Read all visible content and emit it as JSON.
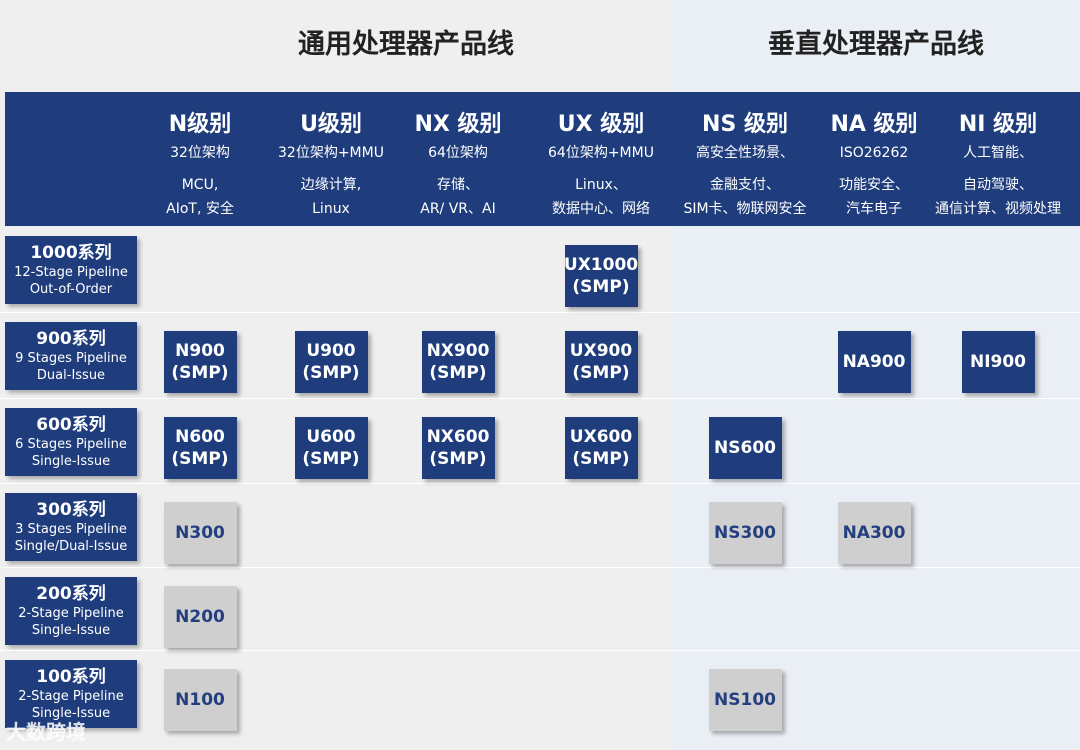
{
  "lines": [
    {
      "title": "通用处理器产品线"
    },
    {
      "title": "垂直处理器产品线"
    }
  ],
  "columns": [
    {
      "title": "N级别",
      "desc": [
        "32位架构",
        "MCU,",
        "AIoT, 安全"
      ]
    },
    {
      "title": "U级别",
      "desc": [
        "32位架构+MMU",
        "边缘计算,",
        "Linux"
      ]
    },
    {
      "title": "NX 级别",
      "desc": [
        "64位架构",
        "存储、",
        "AR/ VR、AI"
      ]
    },
    {
      "title": "UX 级别",
      "desc": [
        "64位架构+MMU",
        "Linux、",
        "数据中心、网络"
      ]
    },
    {
      "title": "NS 级别",
      "desc": [
        "高安全性场景、",
        "金融支付、",
        "SIM卡、物联网安全"
      ]
    },
    {
      "title": "NA 级别",
      "desc": [
        "ISO26262",
        "功能安全、",
        "汽车电子"
      ]
    },
    {
      "title": "NI 级别",
      "desc": [
        "人工智能、",
        "自动驾驶、",
        "通信计算、视频处理"
      ]
    }
  ],
  "rows": [
    {
      "name": "1000系列",
      "sub": [
        "12-Stage Pipeline",
        "Out-of-Order"
      ]
    },
    {
      "name": "900系列",
      "sub": [
        "9 Stages Pipeline",
        "Dual-Issue"
      ]
    },
    {
      "name": "600系列",
      "sub": [
        "6 Stages Pipeline",
        "Single-Issue"
      ]
    },
    {
      "name": "300系列",
      "sub": [
        "3 Stages Pipeline",
        "Single/Dual-Issue"
      ]
    },
    {
      "name": "200系列",
      "sub": [
        "2-Stage Pipeline",
        "Single-Issue"
      ]
    },
    {
      "name": "100系列",
      "sub": [
        "2-Stage Pipeline",
        "Single-Issue"
      ]
    }
  ],
  "cells": [
    {
      "row": 0,
      "col": 3,
      "lines": [
        "UX1000",
        "(SMP)"
      ],
      "style": "dark"
    },
    {
      "row": 1,
      "col": 0,
      "lines": [
        "N900",
        "(SMP)"
      ],
      "style": "dark"
    },
    {
      "row": 1,
      "col": 1,
      "lines": [
        "U900",
        "(SMP)"
      ],
      "style": "dark"
    },
    {
      "row": 1,
      "col": 2,
      "lines": [
        "NX900",
        "(SMP)"
      ],
      "style": "dark"
    },
    {
      "row": 1,
      "col": 3,
      "lines": [
        "UX900",
        "(SMP)"
      ],
      "style": "dark"
    },
    {
      "row": 1,
      "col": 5,
      "lines": [
        "NA900"
      ],
      "style": "dark"
    },
    {
      "row": 1,
      "col": 6,
      "lines": [
        "NI900"
      ],
      "style": "dark"
    },
    {
      "row": 2,
      "col": 0,
      "lines": [
        "N600",
        "(SMP)"
      ],
      "style": "dark"
    },
    {
      "row": 2,
      "col": 1,
      "lines": [
        "U600",
        "(SMP)"
      ],
      "style": "dark"
    },
    {
      "row": 2,
      "col": 2,
      "lines": [
        "NX600",
        "(SMP)"
      ],
      "style": "dark"
    },
    {
      "row": 2,
      "col": 3,
      "lines": [
        "UX600",
        "(SMP)"
      ],
      "style": "dark"
    },
    {
      "row": 2,
      "col": 4,
      "lines": [
        "NS600"
      ],
      "style": "dark"
    },
    {
      "row": 3,
      "col": 0,
      "lines": [
        "N300"
      ],
      "style": "light"
    },
    {
      "row": 3,
      "col": 4,
      "lines": [
        "NS300"
      ],
      "style": "light"
    },
    {
      "row": 3,
      "col": 5,
      "lines": [
        "NA300"
      ],
      "style": "light"
    },
    {
      "row": 4,
      "col": 0,
      "lines": [
        "N200"
      ],
      "style": "light"
    },
    {
      "row": 5,
      "col": 0,
      "lines": [
        "N100"
      ],
      "style": "light"
    },
    {
      "row": 5,
      "col": 4,
      "lines": [
        "NS100"
      ],
      "style": "light"
    }
  ],
  "watermark": "大数跨境",
  "colors": {
    "header": "#1f3d7d",
    "light_cell": "#cfcfcf",
    "left_bg": "#efefef",
    "right_bg": "#eaeff5"
  }
}
